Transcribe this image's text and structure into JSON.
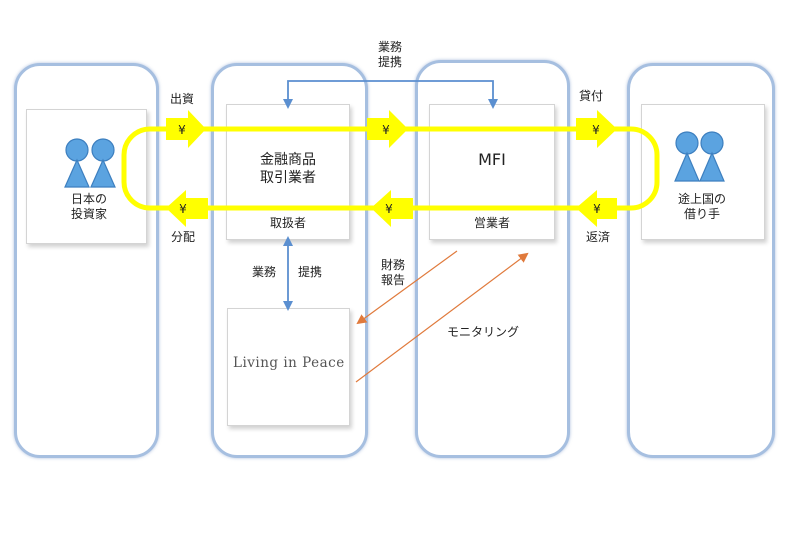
{
  "investors": {
    "label_line1": "日本の",
    "label_line2": "投資家"
  },
  "broker": {
    "title_line1": "金融商品",
    "title_line2": "取引業者",
    "sub": "取扱者"
  },
  "mfi": {
    "title": "MFI",
    "sub": "営業者"
  },
  "borrowers": {
    "label_line1": "途上国の",
    "label_line2": "借り手"
  },
  "lip": {
    "title": "Living in Peace"
  },
  "flows": {
    "investment": "出資",
    "loan": "貸付",
    "distribution": "分配",
    "repayment": "返済",
    "partnership_top_line1": "業務",
    "partnership_top_line2": "提携",
    "partnership_left_a": "業務",
    "partnership_left_b": "提携",
    "financial_report_line1": "財務",
    "financial_report_line2": "報告",
    "monitoring": "モニタリング",
    "yen": "¥"
  },
  "colors": {
    "column_border": "#a6bfe0",
    "flow": "#ffff00",
    "link": "#5b8fd0",
    "report": "#e07a3c"
  }
}
